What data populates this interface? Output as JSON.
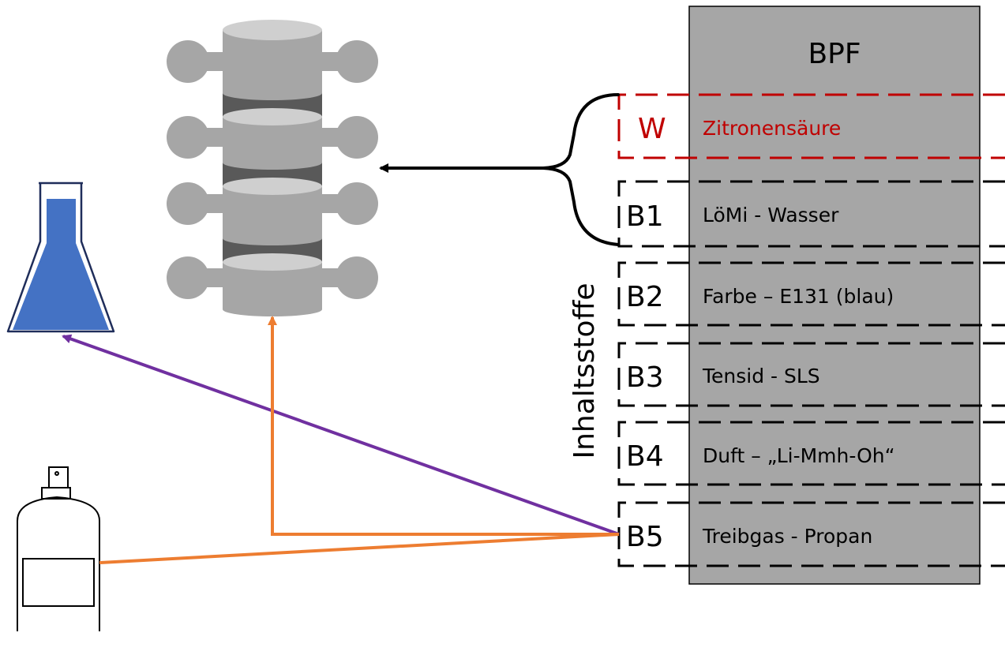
{
  "panel": {
    "title": "BPF",
    "side_label": "Inhaltsstoffe"
  },
  "rows": [
    {
      "code": "W",
      "label": "Zitronensäure",
      "highlight": true
    },
    {
      "code": "B1",
      "label": "LöMi - Wasser",
      "highlight": false
    },
    {
      "code": "B2",
      "label": "Farbe – E131 (blau)",
      "highlight": false
    },
    {
      "code": "B3",
      "label": "Tensid - SLS",
      "highlight": false
    },
    {
      "code": "B4",
      "label": "Duft – „Li-Mmh-Oh“",
      "highlight": false
    },
    {
      "code": "B5",
      "label": "Treibgas - Propan",
      "highlight": false
    }
  ],
  "icons": [
    "spine-icon",
    "flask-icon",
    "spray-can-icon"
  ],
  "colors": {
    "panel_fill": "#a6a6a6",
    "highlight_red": "#c00000",
    "liquid_blue": "#4472c4",
    "arrow_purple": "#7030a0",
    "arrow_orange": "#ed7d31",
    "spine_gray": "#a6a6a6",
    "disc_dark": "#595959"
  }
}
